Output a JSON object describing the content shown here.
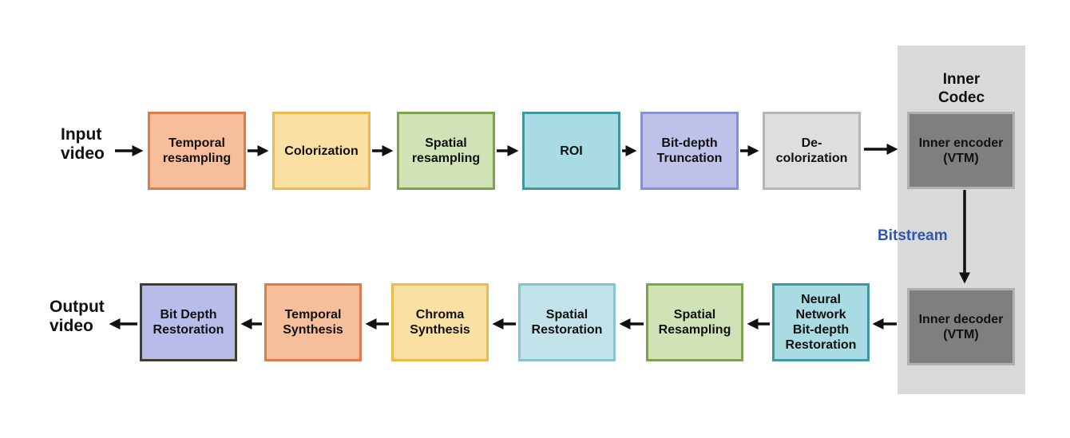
{
  "labels": {
    "input": "Input\nvideo",
    "output": "Output\nvideo",
    "codec_title": "Inner\nCodec",
    "bitstream": "Bitstream"
  },
  "top_row": [
    {
      "id": "temporal-resampling",
      "label": "Temporal\nresampling",
      "fill": "#f7be9b",
      "border": "#e07a47"
    },
    {
      "id": "colorization",
      "label": "Colorization",
      "fill": "#fbe0a3",
      "border": "#f0b84a"
    },
    {
      "id": "spatial-resampling",
      "label": "Spatial\nresampling",
      "fill": "#cfe3b6",
      "border": "#7ea24d"
    },
    {
      "id": "roi",
      "label": "ROI",
      "fill": "#a9dbe2",
      "border": "#3f97a4"
    },
    {
      "id": "bit-depth-truncation",
      "label": "Bit-depth\nTruncation",
      "fill": "#bfc2e8",
      "border": "#8a8fcf"
    },
    {
      "id": "de-colorization",
      "label": "De-\ncolorization",
      "fill": "#dedede",
      "border": "#b6b6b6"
    }
  ],
  "bottom_row": [
    {
      "id": "bit-depth-restoration",
      "label": "Bit Depth\nRestoration",
      "fill": "#b7bce8",
      "border": "#3f3f2a"
    },
    {
      "id": "temporal-synthesis",
      "label": "Temporal\nSynthesis",
      "fill": "#f7be9b",
      "border": "#e07a47"
    },
    {
      "id": "chroma-synthesis",
      "label": "Chroma\nSynthesis",
      "fill": "#fbe0a3",
      "border": "#f0b84a"
    },
    {
      "id": "spatial-restoration",
      "label": "Spatial\nRestoration",
      "fill": "#c3e3ea",
      "border": "#8ac3d0"
    },
    {
      "id": "spatial-resampling-2",
      "label": "Spatial\nResampling",
      "fill": "#cfe3b6",
      "border": "#7ea24d"
    },
    {
      "id": "nn-bit-depth-restoration",
      "label": "Neural\nNetwork\nBit-depth\nRestoration",
      "fill": "#a9dbe2",
      "border": "#3f97a4"
    }
  ],
  "codec": {
    "encoder": {
      "label": "Inner encoder\n(VTM)",
      "fill": "#7f7f7f",
      "border": "#b0b0b0"
    },
    "decoder": {
      "label": "Inner decoder\n(VTM)",
      "fill": "#7f7f7f",
      "border": "#b0b0b0"
    }
  }
}
